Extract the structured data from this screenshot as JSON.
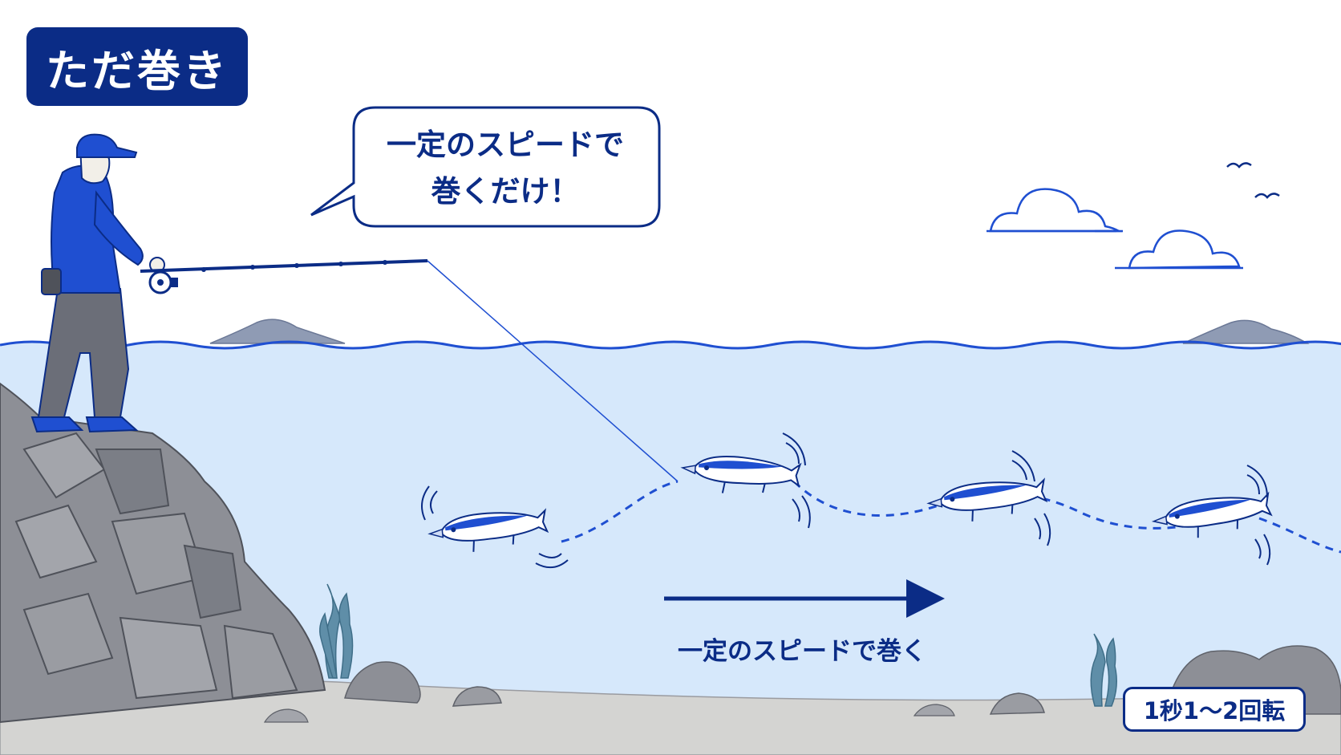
{
  "title": "ただ巻き",
  "speech_bubble": {
    "line1": "一定のスピードで",
    "line2": "巻くだけ！"
  },
  "arrow_label": "一定のスピードで巻く",
  "speed_badge": "1秒1〜2回転",
  "colors": {
    "navy": "#0b2c86",
    "blue": "#1f4fd1",
    "water": "#d6e8fb",
    "rock": "#8d8f96",
    "sand": "#d4d4d2",
    "weed": "#5f8ea8"
  },
  "icons": [
    "angler",
    "fishing-rod",
    "reel",
    "rock-cliff",
    "minnow-lure",
    "cloud",
    "bird",
    "seaweed",
    "island"
  ]
}
